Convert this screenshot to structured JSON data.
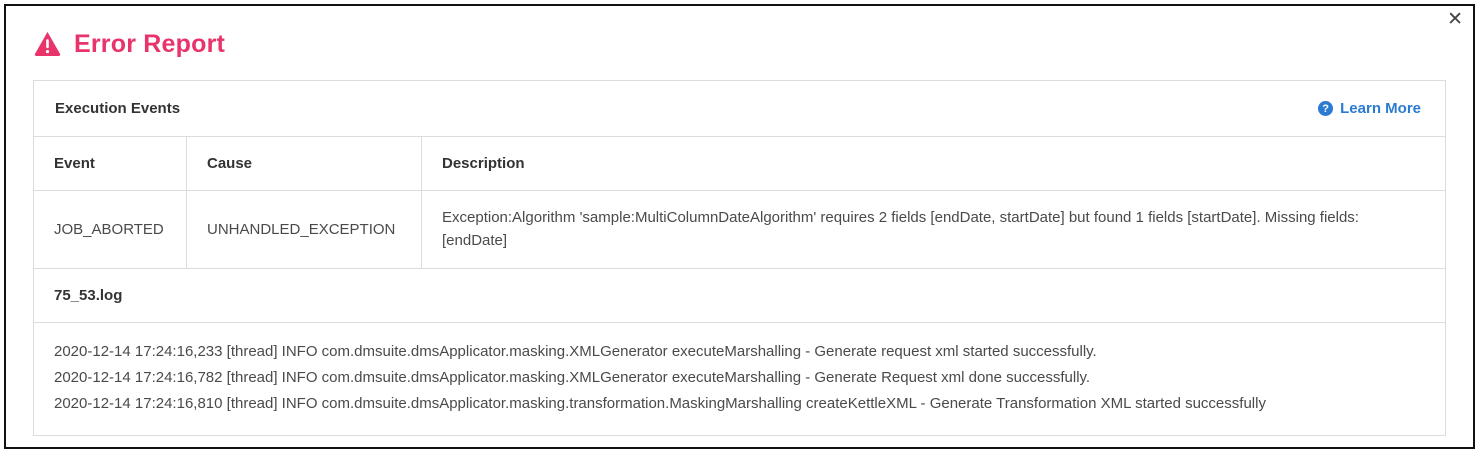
{
  "modal": {
    "title": "Error Report",
    "close_label": "✕"
  },
  "panel": {
    "header": "Execution Events",
    "learn_more": "Learn More",
    "help_glyph": "?"
  },
  "events_table": {
    "columns": [
      "Event",
      "Cause",
      "Description"
    ],
    "rows": [
      {
        "event": "JOB_ABORTED",
        "cause": "UNHANDLED_EXCEPTION",
        "description": "Exception:Algorithm 'sample:MultiColumnDateAlgorithm' requires 2 fields [endDate, startDate] but found 1 fields [startDate]. Missing fields: [endDate]"
      }
    ]
  },
  "log": {
    "filename": "75_53.log",
    "lines": [
      "2020-12-14 17:24:16,233 [thread] INFO com.dmsuite.dmsApplicator.masking.XMLGenerator executeMarshalling - Generate request xml started successfully.",
      "2020-12-14 17:24:16,782 [thread] INFO com.dmsuite.dmsApplicator.masking.XMLGenerator executeMarshalling - Generate Request xml done successfully.",
      "2020-12-14 17:24:16,810 [thread] INFO com.dmsuite.dmsApplicator.masking.transformation.MaskingMarshalling createKettleXML - Generate Transformation XML started successfully"
    ]
  },
  "colors": {
    "accent": "#e8336b",
    "link": "#2b7bd3",
    "border": "#dcdcdc"
  }
}
